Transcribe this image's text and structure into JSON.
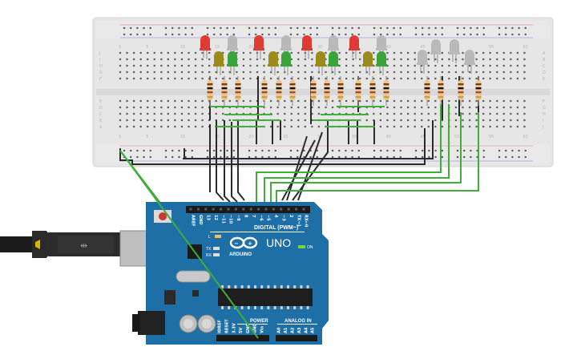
{
  "breadboard": {
    "top_numbers": [
      "1",
      "5",
      "10",
      "15",
      "20",
      "25",
      "30",
      "35",
      "40",
      "45",
      "50",
      "55",
      "60"
    ],
    "bottom_numbers": [
      "1",
      "5",
      "10",
      "15",
      "20",
      "25",
      "30",
      "35",
      "40",
      "45",
      "50",
      "55",
      "60"
    ],
    "left_letters_top": [
      "J",
      "I",
      "H",
      "G",
      "F"
    ],
    "left_letters_bottom": [
      "E",
      "D",
      "C",
      "B",
      "A"
    ],
    "right_letters_top": [
      "A",
      "B",
      "C",
      "D",
      "E"
    ],
    "right_letters_bottom": [
      "F",
      "G",
      "H",
      "I",
      "J"
    ]
  },
  "arduino": {
    "model": "UNO",
    "brand": "ARDUINO",
    "header_label": "DIGITAL (PWM~)",
    "on_label": "ON",
    "tx_label": "TX",
    "rx_label": "RX",
    "l_label": "L",
    "power_label": "POWER",
    "analog_label": "ANALOG IN",
    "digital_pins": [
      "AREF",
      "GND",
      "13",
      "12",
      "~11",
      "~10",
      "~9",
      "8",
      "7",
      "~6",
      "~5",
      "4",
      "~3",
      "2",
      "TX→1",
      "RX←0"
    ],
    "power_pins": [
      "IOREF",
      "RESET",
      "3.3V",
      "5V",
      "GND",
      "GND",
      "Vin"
    ],
    "analog_pins": [
      "A0",
      "A1",
      "A2",
      "A3",
      "A4",
      "A5"
    ]
  },
  "colors": {
    "board_blue": "#1f6fa7",
    "breadboard": "#e6e6e6",
    "wire_black": "#2b2b2b",
    "wire_green": "#3fae3a",
    "led_red": "#e03a35",
    "led_yellow": "#9c8a1b",
    "led_green": "#3aa33a",
    "led_off": "#b9b9b9"
  }
}
